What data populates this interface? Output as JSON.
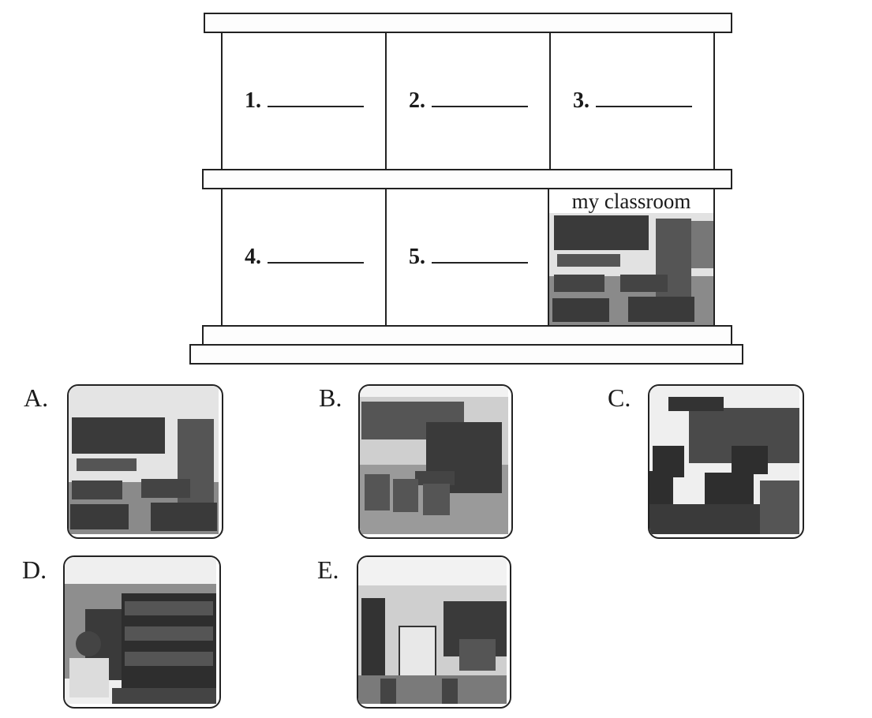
{
  "building": {
    "rooms": [
      {
        "label": "1."
      },
      {
        "label": "2."
      },
      {
        "label": "3."
      },
      {
        "label": "4."
      },
      {
        "label": "5."
      }
    ],
    "known_room": {
      "caption": "my classroom",
      "scene": "classroom"
    }
  },
  "options": [
    {
      "letter": "A.",
      "scene": "classroom"
    },
    {
      "letter": "B.",
      "scene": "music room"
    },
    {
      "letter": "C.",
      "scene": "computer room"
    },
    {
      "letter": "D.",
      "scene": "library"
    },
    {
      "letter": "E.",
      "scene": "art room"
    }
  ]
}
